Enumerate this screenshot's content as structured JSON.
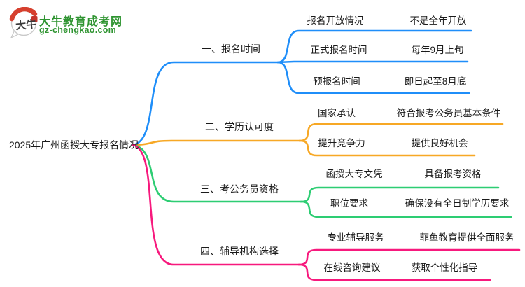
{
  "logo": {
    "icon_text": "大牛",
    "title": "大牛教育成考网",
    "subtitle": "gz-chengkao.com"
  },
  "central": {
    "label": "2025年广州函授大专报名情况"
  },
  "colors": {
    "branch_1": "#1f8ef9",
    "branch_2": "#f7a825",
    "branch_3": "#2dcd73",
    "branch_4": "#f7197d",
    "logo_green": "#2f9431",
    "logo_red": "#d6402e",
    "text": "#1a1a1a"
  },
  "branches": [
    {
      "label": "一、报名时间",
      "children": [
        {
          "label": "报名开放情况",
          "value": "不是全年开放"
        },
        {
          "label": "正式报名时间",
          "value": "每年9月上旬"
        },
        {
          "label": "预报名时间",
          "value": "即日起至8月底"
        }
      ]
    },
    {
      "label": "二、学历认可度",
      "children": [
        {
          "label": "国家承认",
          "value": "符合报考公务员基本条件"
        },
        {
          "label": "提升竞争力",
          "value": "提供良好机会"
        }
      ]
    },
    {
      "label": "三、考公务员资格",
      "children": [
        {
          "label": "函授大专文凭",
          "value": "具备报考资格"
        },
        {
          "label": "职位要求",
          "value": "确保没有全日制学历要求"
        }
      ]
    },
    {
      "label": "四、辅导机构选择",
      "children": [
        {
          "label": "专业辅导服务",
          "value": "菲鱼教育提供全面服务"
        },
        {
          "label": "在线咨询建议",
          "value": "获取个性化指导"
        }
      ]
    }
  ]
}
